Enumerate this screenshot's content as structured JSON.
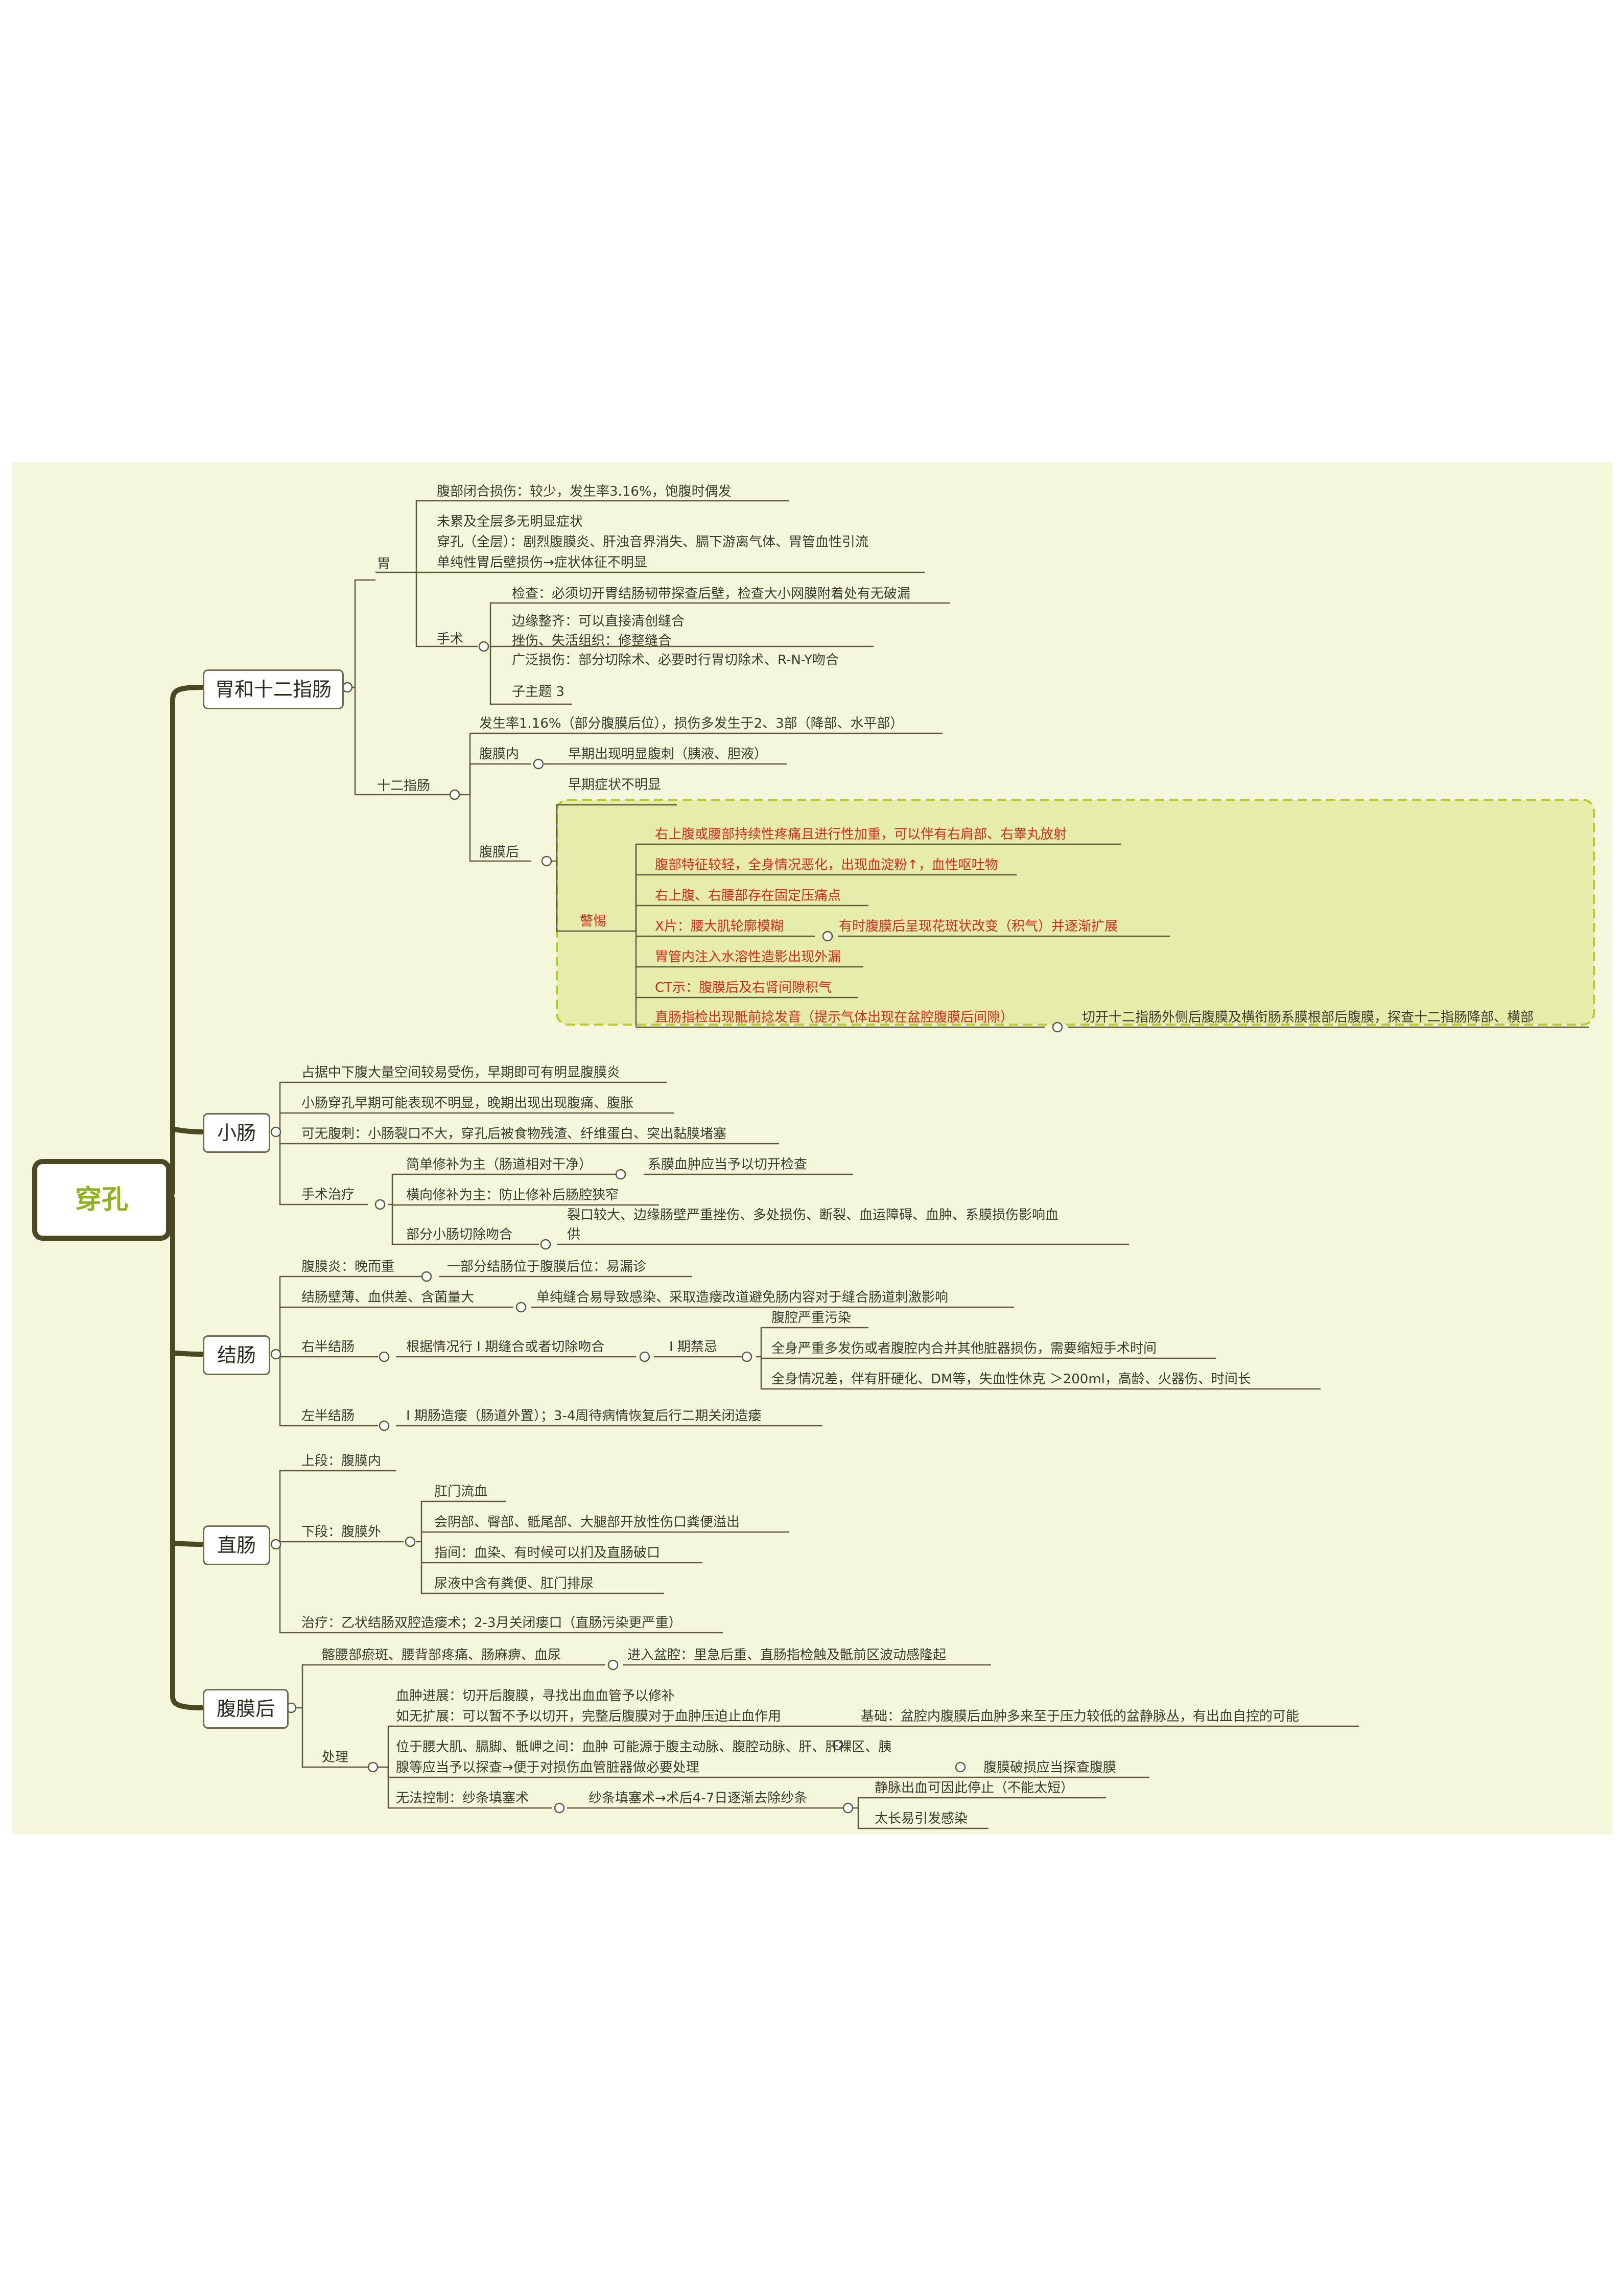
{
  "root": "穿孔",
  "main": {
    "stomach_duodenum": "胃和十二指肠",
    "small_intestine": "小肠",
    "colon": "结肠",
    "rectum": "直肠",
    "retroperitoneum": "腹膜后"
  },
  "stomach": {
    "label": "胃",
    "closed_injury": "腹部闭合损伤：较少，发生率3.16%，饱腹时偶发",
    "not_full_layer": "未累及全层多无明显症状",
    "perforation": "穿孔（全层）：剧烈腹膜炎、肝浊音界消失、膈下游离气体、胃管血性引流",
    "posterior_wall": "单纯性胃后壁损伤→症状体征不明显",
    "surgery": {
      "label": "手术",
      "check": "检查：必须切开胃结肠韧带探查后壁，检查大小网膜附着处有无破漏",
      "neat_edge": "边缘整齐：可以直接清创缝合",
      "contusion": "挫伤、失活组织：修整缝合",
      "extensive": "广泛损伤：部分切除术、必要时行胃切除术、R-N-Y吻合",
      "subtopic": "子主题 3"
    }
  },
  "duodenum": {
    "label": "十二指肠",
    "rate": "发生率1.16%（部分腹膜后位），损伤多发生于2、3部（降部、水平部）",
    "intra": "腹膜内",
    "intra_detail": "早期出现明显腹刺（胰液、胆液）",
    "retro": "腹膜后",
    "retro_early": "早期症状不明显",
    "alert": "警惕",
    "alerts": [
      "右上腹或腰部持续性疼痛且进行性加重，可以伴有右肩部、右睾丸放射",
      "腹部特征较轻，全身情况恶化，出现血淀粉↑，血性呕吐物",
      "右上腹、右腰部存在固定压痛点",
      "X片：腰大肌轮廓模糊",
      "胃管内注入水溶性造影出现外漏",
      "CT示：腹膜后及右肾间隙积气",
      "直肠指检出现骶前捻发音（提示气体出现在盆腔腹膜后间隙）"
    ],
    "xray_extra": "有时腹膜后呈现花斑状改变（积气）并逐渐扩展",
    "rectal_extra": "切开十二指肠外侧后腹膜及横衔肠系膜根部后腹膜，探查十二指肠降部、横部"
  },
  "small": {
    "occupy": "占据中下腹大量空间较易受伤，早期即可有明显腹膜炎",
    "early": "小肠穿孔早期可能表现不明显，晚期出现出现腹痛、腹胀",
    "no_peritonitis": "可无腹刺：小肠裂口不大，穿孔后被食物残渣、纤维蛋白、突出黏膜堵塞",
    "surgery": "手术治疗",
    "simple": "简单修补为主（肠道相对干净）",
    "simple_extra": "系膜血肿应当予以切开检查",
    "transverse": "横向修补为主：防止修补后肠腔狭窄",
    "partial": "部分小肠切除吻合",
    "partial_extra_1": "裂口较大、边缘肠壁严重挫伤、多处损伤、断裂、血运障碍、血肿、系膜损伤影响血",
    "partial_extra_2": "供"
  },
  "colon": {
    "peritonitis": "腹膜炎：晚而重",
    "peritonitis_extra": "一部分结肠位于腹膜后位：易漏诊",
    "wall": "结肠壁薄、血供差、含菌量大",
    "wall_extra": "单纯缝合易导致感染、采取造瘘改道避免肠内容对于缝合肠道刺激影响",
    "right": "右半结肠",
    "right_extra": "根据情况行 I 期缝合或者切除吻合",
    "stage1_ban": "I 期禁忌",
    "ban1": "腹腔严重污染",
    "ban2": "全身严重多发伤或者腹腔内合并其他脏器损伤，需要缩短手术时间",
    "ban3": "全身情况差，伴有肝硬化、DM等，失血性休克 ＞200ml，高龄、火器伤、时间长",
    "left": "左半结肠",
    "left_extra": "I 期肠造瘘（肠道外置）；3-4周待病情恢复后行二期关闭造瘘"
  },
  "rectum": {
    "upper": "上段：腹膜内",
    "lower": "下段：腹膜外",
    "low1": "肛门流血",
    "low2": "会阴部、臀部、骶尾部、大腿部开放性伤口粪便溢出",
    "low3": "指间：血染、有时候可以扪及直肠破口",
    "low4": "尿液中含有粪便、肛门排尿",
    "treat": "治疗：乙状结肠双腔造瘘术；2-3月关闭瘘口（直肠污染更严重）"
  },
  "retro": {
    "sign": "髂腰部瘀斑、腰背部疼痛、肠麻痹、血尿",
    "sign_extra": "进入盆腔：里急后重、直肠指检触及骶前区波动感隆起",
    "treat": "处理",
    "hema1": "血肿进展：切开后腹膜，寻找出血血管予以修补",
    "hema2": "如无扩展：可以暂不予以切开，完整后腹膜对于血肿压迫止血作用",
    "basis": "基础：盆腔内腹膜后血肿多来至于压力较低的盆静脉丛，有出血自控的可能",
    "psoas1": "位于腰大肌、膈脚、骶岬之间：血肿 可能源于腹主动脉、腹腔动脉、肝、肝裸区、胰",
    "psoas2": "腺等应当予以探查→便于对损伤血管脏器做必要处理",
    "psoas_extra": "腹膜破损应当探查腹膜",
    "gauze": "无法控制：纱条填塞术",
    "gauze_extra": "纱条填塞术→术后4-7日逐渐去除纱条",
    "g1": "静脉出血可因此停止（不能太短）",
    "g2": "太长易引发感染"
  },
  "colors": {
    "canvas": "#f5f7dc",
    "alert_area": "#e6ecaa",
    "alert_border": "#b5cc2e",
    "root_text": "#8fb31f",
    "red_text": "#d62a1b"
  }
}
